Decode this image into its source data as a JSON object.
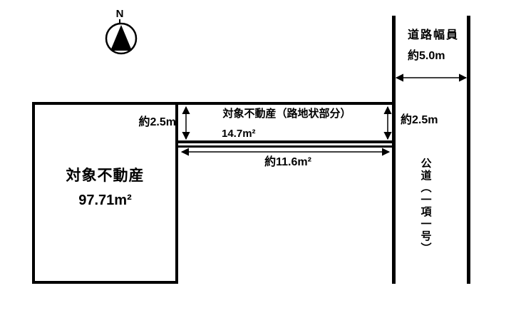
{
  "compass": {
    "label": "N"
  },
  "main_parcel": {
    "title": "対象不動産",
    "area": "97.71m²"
  },
  "alley": {
    "title": "対象不動産（路地状部分）",
    "area": "14.7m²",
    "width_left_label": "約2.5m",
    "width_right_label": "約2.5m",
    "length_label": "約11.6m²"
  },
  "road": {
    "width_title": "道路幅員",
    "width_value": "約5.0m",
    "name": "公道（一項一号）"
  },
  "colors": {
    "line": "#000000",
    "background": "#ffffff"
  }
}
